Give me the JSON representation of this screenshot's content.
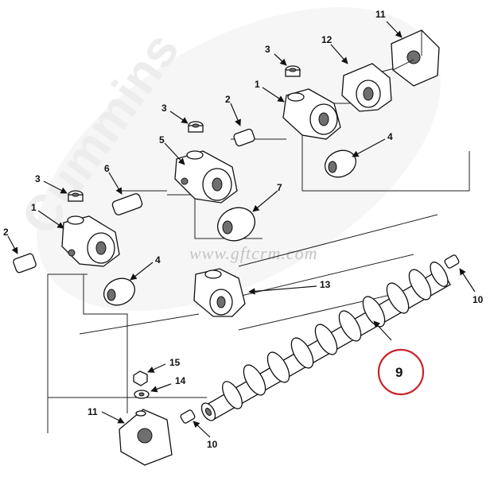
{
  "watermark": {
    "brand": "Cummins",
    "url": "www.gftcrm.com"
  },
  "callouts": [
    {
      "id": "c11a",
      "label": "11"
    },
    {
      "id": "c3a",
      "label": "3"
    },
    {
      "id": "c12",
      "label": "12"
    },
    {
      "id": "c1a",
      "label": "1"
    },
    {
      "id": "c3b",
      "label": "3"
    },
    {
      "id": "c2a",
      "label": "2"
    },
    {
      "id": "c4a",
      "label": "4"
    },
    {
      "id": "c5",
      "label": "5"
    },
    {
      "id": "c6",
      "label": "6"
    },
    {
      "id": "c3c",
      "label": "3"
    },
    {
      "id": "c7",
      "label": "7"
    },
    {
      "id": "c1b",
      "label": "1"
    },
    {
      "id": "c2b",
      "label": "2"
    },
    {
      "id": "c4b",
      "label": "4"
    },
    {
      "id": "c13",
      "label": "13"
    },
    {
      "id": "c10a",
      "label": "10"
    },
    {
      "id": "c9",
      "label": "9"
    },
    {
      "id": "c15",
      "label": "15"
    },
    {
      "id": "c14",
      "label": "14"
    },
    {
      "id": "c11b",
      "label": "11"
    },
    {
      "id": "c10b",
      "label": "10"
    }
  ],
  "highlight": {
    "color": "#c8232c",
    "label": "9"
  }
}
